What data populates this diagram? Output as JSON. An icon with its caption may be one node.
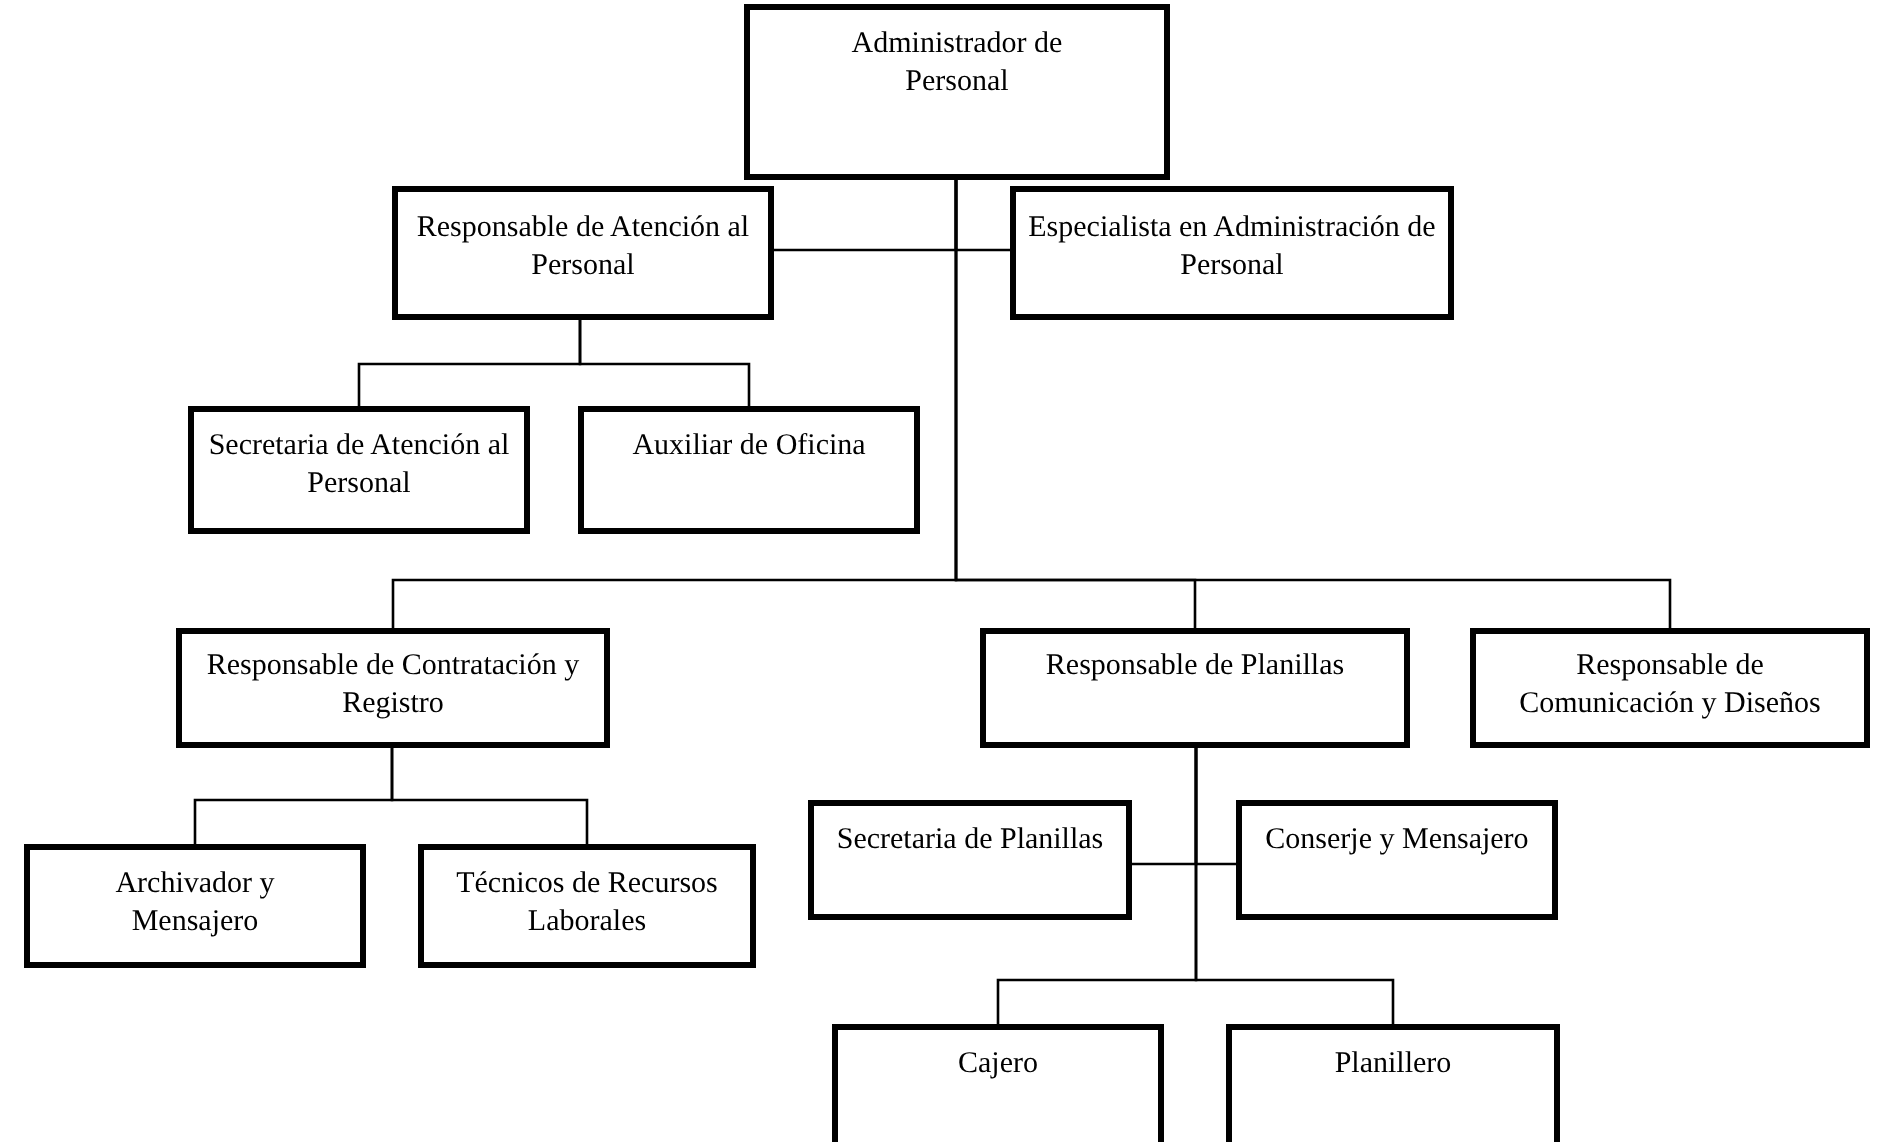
{
  "diagram": {
    "nodes": [
      {
        "text": [
          "Administrador de Personal"
        ]
      },
      {
        "text": [
          "Responsable de Atención al Personal"
        ]
      },
      {
        "text": [
          "Especialista en Administración de Personal"
        ]
      },
      {
        "text": [
          "Secretaria de Atención al Personal"
        ]
      },
      {
        "text": [
          "Auxiliar de Oficina"
        ]
      },
      {
        "text": [
          "Responsable de Contratación y Registro"
        ]
      },
      {
        "text": [
          "Responsable de Planillas"
        ]
      },
      {
        "text": [
          "Responsable de Comunicación y Diseños"
        ]
      },
      {
        "text": [
          "Archivador y Mensajero"
        ]
      },
      {
        "text": [
          "Técnicos de Recursos Laborales"
        ]
      },
      {
        "text": [
          "Secretaria de Planillas"
        ]
      },
      {
        "text": [
          "Conserje y Mensajero"
        ]
      },
      {
        "text": [
          "Cajero"
        ]
      },
      {
        "text": [
          "Planillero"
        ]
      }
    ],
    "edges": [
      {
        "from": 0,
        "to": 1,
        "arrow": "none"
      },
      {
        "from": 0,
        "to": 2,
        "arrow": "none"
      },
      {
        "from": 0,
        "to": 5,
        "arrow": "none"
      },
      {
        "from": 0,
        "to": 6,
        "arrow": "none"
      },
      {
        "from": 0,
        "to": 7,
        "arrow": "none"
      },
      {
        "from": 1,
        "to": 3,
        "arrow": "none"
      },
      {
        "from": 1,
        "to": 4,
        "arrow": "none"
      },
      {
        "from": 5,
        "to": 8,
        "arrow": "none"
      },
      {
        "from": 5,
        "to": 9,
        "arrow": "none"
      },
      {
        "from": 6,
        "to": 10,
        "arrow": "none"
      },
      {
        "from": 6,
        "to": 11,
        "arrow": "none"
      },
      {
        "from": 6,
        "to": 12,
        "arrow": "none"
      },
      {
        "from": 6,
        "to": 13,
        "arrow": "none"
      }
    ]
  }
}
